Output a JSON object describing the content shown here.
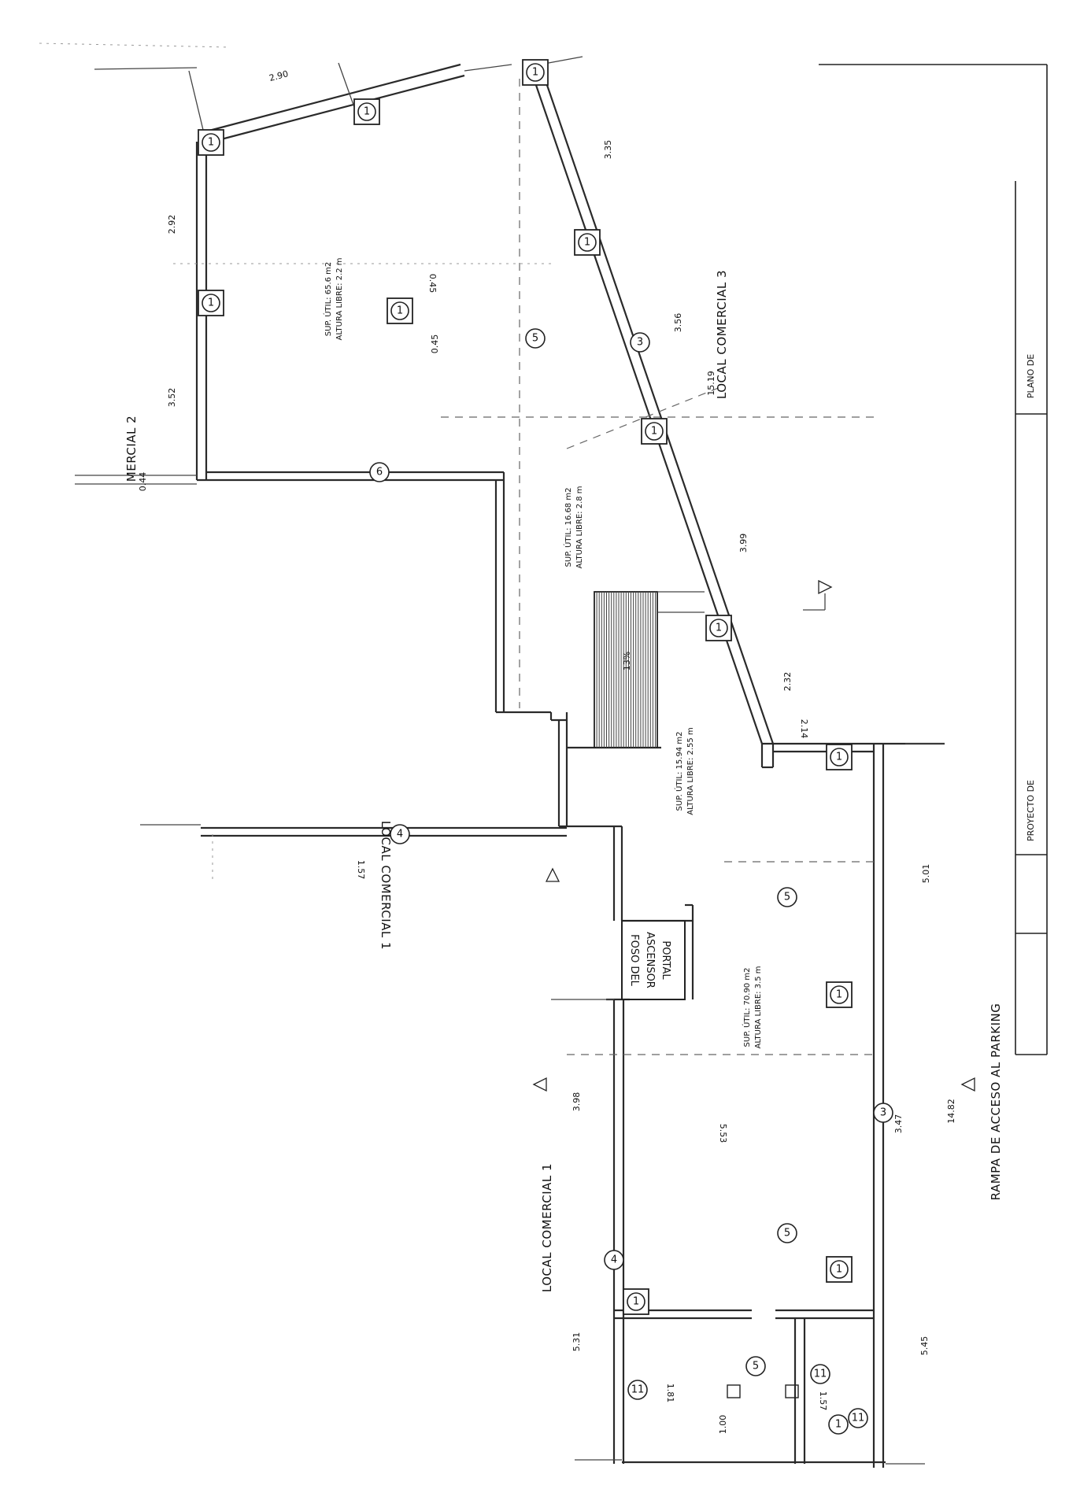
{
  "rooms": {
    "r1_area": "SUP. ÚTIL: 65.6 m2",
    "r1_height": "ALTURA LIBRE: 2.2 m",
    "r2_area": "SUP. ÚTIL: 16.68 m2",
    "r2_height": "ALTURA LIBRE: 2.8 m",
    "r3_area": "SUP. ÚTIL: 15.94 m2",
    "r3_height": "ALTURA LIBRE: 2.55 m",
    "r4_area": "SUP. ÚTIL: 70.90 m2",
    "r4_height": "ALTURA LIBRE: 3.5 m"
  },
  "labels": {
    "local_3": "LOCAL COMERCIAL 3",
    "local_2": "MERCIAL 2",
    "local_1_top": "LOCAL COMERCIAL 1",
    "local_1_bottom": "LOCAL COMERCIAL 1",
    "foso_1": "FOSO DEL",
    "foso_2": "ASCENSOR",
    "foso_3": "PORTAL",
    "rampa": "RAMPA DE ACCESO AL PARKING",
    "stair_pct": "13%"
  },
  "dimensions": {
    "d_290": "2.90",
    "d_292": "2.92",
    "d_352": "3.52",
    "d_044": "0.44",
    "d_045a": "0.45",
    "d_045b": "0.45",
    "d_335": "3.35",
    "d_356": "3.56",
    "d_1519": "15.19",
    "d_399": "3.99",
    "d_232": "2.32",
    "d_214": "2.14",
    "d_157a": "1.57",
    "d_501": "5.01",
    "d_398": "3.98",
    "d_553": "5.53",
    "d_347": "3.47",
    "d_1482": "14.82",
    "d_531": "5.31",
    "d_545": "5.45",
    "d_181": "1.81",
    "d_100": "1.00",
    "d_157b": "1.57"
  },
  "tags": [
    "1",
    "3",
    "4",
    "5",
    "6",
    "11"
  ],
  "title_block": {
    "plano": "PLANO DE",
    "proyecto": "PROYECTO DE"
  }
}
